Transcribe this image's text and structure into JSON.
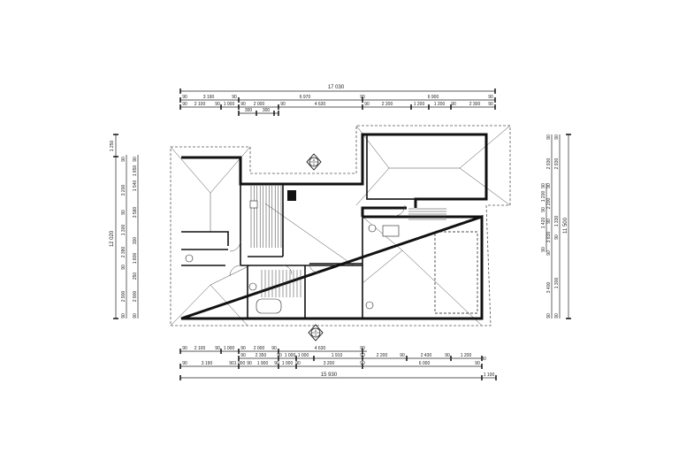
{
  "overall_top": "17 030",
  "top_row_1": [
    "90",
    "3 190",
    "90",
    "6 970",
    "90",
    "6 900",
    "90"
  ],
  "top_row_2": [
    "90",
    "2 100",
    "90",
    "1 000",
    "90",
    "2 000",
    "90",
    "4 630",
    "90",
    "2 200",
    "1 200",
    "1 200",
    "90",
    "2 300",
    "90"
  ],
  "top_row_3": [
    "300",
    "300"
  ],
  "bottom_row_1": [
    "90",
    "2 100",
    "90",
    "1 000",
    "90",
    "2 000",
    "90",
    "4 630",
    "90"
  ],
  "bottom_row_2": [
    "90",
    "2 350",
    "90",
    "1 000",
    "1 000",
    "1 910",
    "90",
    "2 200",
    "90",
    "2 430",
    "90",
    "1 200",
    "90"
  ],
  "bottom_row_3": [
    "90",
    "3 190",
    "90",
    "1 000",
    "90",
    "1 900",
    "90",
    "1 000",
    "90",
    "3 200",
    "90",
    "6 000",
    "90"
  ],
  "overall_bottom": "15 930",
  "overall_bottom_ext": "1 100",
  "left_overall": "12 020",
  "left_top_ext": "1 250",
  "left_row_1": [
    "90",
    "3 200",
    "90",
    "1 300",
    "2 380",
    "90",
    "2 900",
    "90"
  ],
  "left_row_2": [
    "90",
    "1 850",
    "1 540",
    "3 580",
    "300",
    "1 800",
    "250",
    "2 900",
    "90"
  ],
  "right_overall": "11 500",
  "right_row_1": [
    "90",
    "2 930",
    "90",
    "2 200",
    "90",
    "3 830",
    "90",
    "3 400",
    "90"
  ],
  "right_row_2": [
    "90",
    "1 200",
    "90",
    "1 420",
    "90"
  ],
  "right_row_3": [
    "90",
    "2 930",
    "1 330",
    "90",
    "1 300",
    "90"
  ],
  "section_marker": {
    "top": "A",
    "bottom": "5"
  },
  "colors": {
    "wall": "#111111",
    "roof": "#555555"
  }
}
